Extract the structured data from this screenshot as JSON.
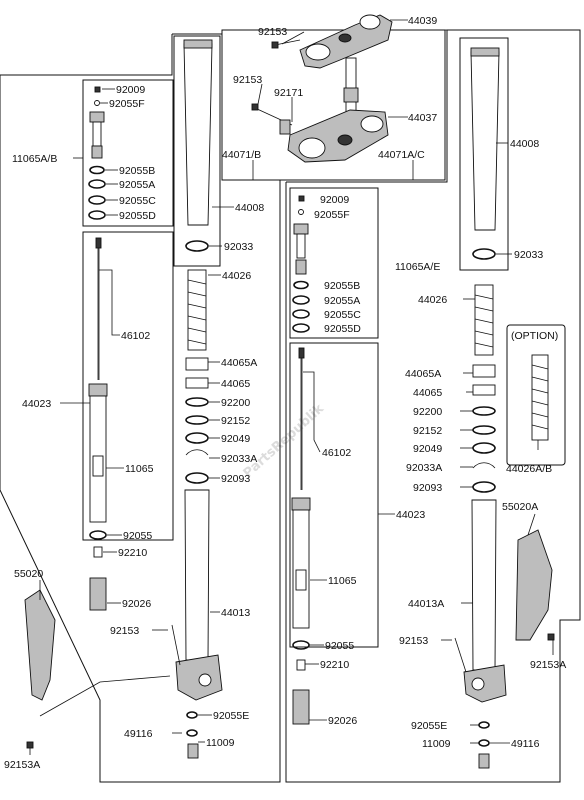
{
  "watermark": "PartsRepublik",
  "option_label": "(OPTION)",
  "labels": {
    "p92153_a": "92153",
    "p44039": "44039",
    "p92153_b": "92153",
    "p92171": "92171",
    "p44037": "44037",
    "p44071_b": "44071/B",
    "p44071_ac": "44071A/C",
    "p92009_l": "92009",
    "p92055f_l": "92055F",
    "p11065ab": "11065A/B",
    "p92055b_l": "92055B",
    "p92055a_l": "92055A",
    "p92055c_l": "92055C",
    "p92055d_l": "92055D",
    "p44008_l": "44008",
    "p92033_l": "92033",
    "p44008_r": "44008",
    "p92033_r": "92033",
    "p92009_m": "92009",
    "p92055f_m": "92055F",
    "p11065ae": "11065A/E",
    "p92055b_m": "92055B",
    "p92055a_m": "92055A",
    "p92055c_m": "92055C",
    "p92055d_m": "92055D",
    "p44026_l": "44026",
    "p44026_r": "44026",
    "p46102_l": "46102",
    "p44065a_l": "44065A",
    "p44065_l": "44065",
    "p92200_l": "92200",
    "p92152_l": "92152",
    "p92049_l": "92049",
    "p92033a_l": "92033A",
    "p92093_l": "92093",
    "p44023_l": "44023",
    "p11065_l": "11065",
    "p92055_l": "92055",
    "p92210_l": "92210",
    "p92026_l": "92026",
    "p44013_l": "44013",
    "p92153_l": "92153",
    "p92055e_l": "92055E",
    "p49116_l": "49116",
    "p11009_l": "11009",
    "p55020": "55020",
    "p92153a_l": "92153A",
    "p44065a_r": "44065A",
    "p44065_r": "44065",
    "p92200_r": "92200",
    "p92152_r": "92152",
    "p92049_r": "92049",
    "p92033a_r": "92033A",
    "p92093_r": "92093",
    "p46102_m": "46102",
    "p44023_m": "44023",
    "p11065_m": "11065",
    "p92055_m": "92055",
    "p92210_m": "92210",
    "p92026_m": "92026",
    "p44026ab": "44026A/B",
    "p55020a": "55020A",
    "p44013a": "44013A",
    "p92153_r": "92153",
    "p92153a_r": "92153A",
    "p92055e_r": "92055E",
    "p11009_r": "11009",
    "p49116_r": "49116"
  }
}
